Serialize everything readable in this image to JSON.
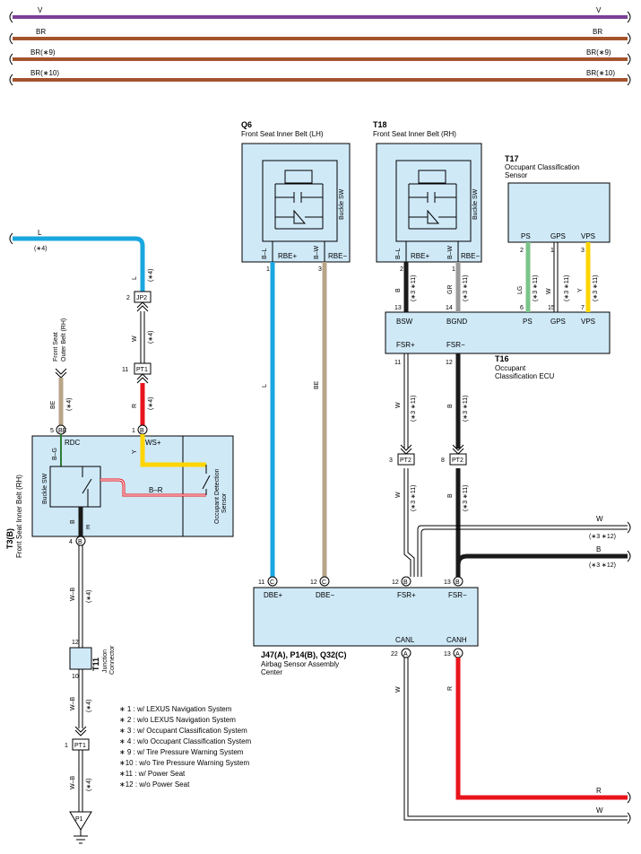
{
  "colors": {
    "violet": "#7c3f97",
    "brown": "#a4532c",
    "blue": "#1aa7e0",
    "tan": "#b8a488",
    "red": "#e8141c",
    "black": "#1a1a1a",
    "yellow": "#ffd500",
    "green": "#7cc48a",
    "gray": "#9a9a9a",
    "box_fill": "#cfe9f7"
  },
  "bus": {
    "v": "V",
    "br": "BR",
    "br9": "BR(∗9)",
    "br10": "BR(∗10)"
  },
  "q6": {
    "code": "Q6",
    "name": "Front Seat Inner Belt (LH)",
    "sw": "Buckle SW",
    "pin_a": "RBE+",
    "pin_b": "RBE−",
    "wire_a": "B–L",
    "wire_b": "B–W",
    "num_a": "1",
    "num_b": "3"
  },
  "t18": {
    "code": "T18",
    "name": "Front Seat Inner Belt (RH)",
    "sw": "Buckle SW",
    "pin_a": "RBE+",
    "pin_b": "RBE−",
    "wire_a": "B–L",
    "wire_b": "B–W",
    "num_a": "2",
    "num_b": "1"
  },
  "t17": {
    "code": "T17",
    "name1": "Occupant Classification",
    "name2": "Sensor",
    "ps": "PS",
    "gps": "GPS",
    "vps": "VPS",
    "n_ps": "2",
    "n_gps": "1",
    "n_vps": "3"
  },
  "t16": {
    "code": "T16",
    "name1": "Occupant",
    "name2": "Classification ECU",
    "bsw": "BSW",
    "bgnd": "BGND",
    "ps": "PS",
    "gps": "GPS",
    "vps": "VPS",
    "fsrp": "FSR+",
    "fsrm": "FSR−",
    "n_bsw": "13",
    "n_bgnd": "14",
    "n_ps": "6",
    "n_gps": "15",
    "n_vps": "7",
    "n_fsrp": "11",
    "n_fsrm": "12"
  },
  "t3": {
    "code": "T3(B)",
    "name": "Front Seat Inner Belt (RH)",
    "rdc": "RDC",
    "wsp": "WS+",
    "e": "E",
    "br": "B–R",
    "bg": "B–G",
    "y": "Y",
    "b": "B",
    "sw": "Buckle SW",
    "ods1": "Occupant Detection",
    "ods2": "Sensor",
    "n5": "5",
    "n1": "1",
    "n4": "4"
  },
  "left": {
    "l": "L",
    "n4": "(∗4)",
    "jp2": "JP2",
    "jp2_pin": "2",
    "pt1": "PT1",
    "pt1_pin": "11",
    "pt1b_pin": "1",
    "w": "W",
    "r": "R",
    "be": "BE",
    "outer1": "Front Seat",
    "outer2": "Outer Belt (RH)",
    "wb": "W–B",
    "t11": "T11",
    "jc1": "Junction",
    "jc2": "Connector",
    "n12": "12",
    "n10": "10",
    "p1": "P1"
  },
  "mid": {
    "l": "L",
    "be": "BE",
    "w": "W",
    "b": "B",
    "gr": "GR",
    "lg": "LG",
    "y": "Y",
    "r": "R",
    "pt2": "PT2",
    "n3": "3",
    "n8": "8",
    "n311": "(∗3 ∗11)",
    "n312": "(∗3 ∗12)"
  },
  "j47": {
    "code": "J47(A), P14(B), Q32(C)",
    "name1": "Airbag Sensor Assembly",
    "name2": "Center",
    "dbep": "DBE+",
    "dbem": "DBE−",
    "fsrp": "FSR+",
    "fsrm": "FSR−",
    "canl": "CANL",
    "canh": "CANH",
    "n11": "11",
    "n12a": "12",
    "n12b": "12",
    "n13": "13",
    "n22": "22",
    "n13b": "13",
    "pC": "C",
    "pB": "B",
    "pA": "A"
  },
  "notes": [
    "∗ 1 : w/ LEXUS Navigation System",
    "∗ 2 : w/o LEXUS Navigation System",
    "∗ 3 : w/ Occupant Classification System",
    "∗ 4 : w/o Occupant Classification System",
    "∗ 9 : w/ Tire Pressure Warning System",
    "∗10 : w/o Tire Pressure Warning System",
    "∗11 : w/ Power Seat",
    "∗12 : w/o Power Seat"
  ]
}
